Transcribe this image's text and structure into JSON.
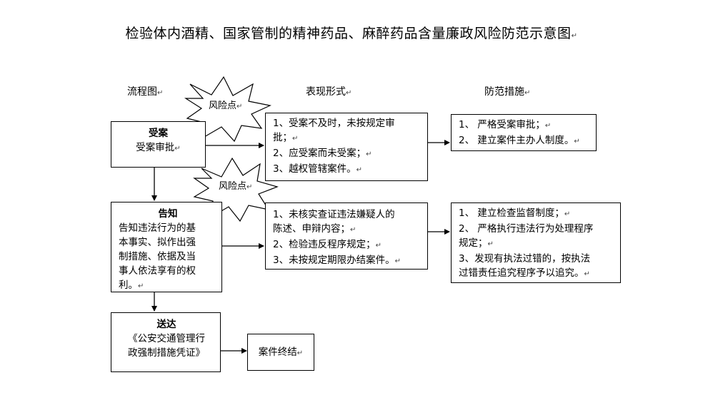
{
  "title": "检验体内酒精、国家管制的精神药品、麻醉药品含量廉政风险防范示意图",
  "para_mark": "↵",
  "columns": {
    "flow": "流程图",
    "forms": "表现形式",
    "measures": "防范措施"
  },
  "risk_label": "风险点",
  "steps": [
    {
      "title": "受案",
      "text": "受案审批"
    },
    {
      "title": "告知",
      "lines": [
        "告知违法行为的基",
        "本事实、拟作出强",
        "制措施、依据及当",
        "事人依法享有的权",
        "利。"
      ]
    },
    {
      "title": "送达",
      "lines": [
        "《公安交通管理行",
        "政强制措施凭证》"
      ]
    },
    {
      "title": "",
      "text": "案件终结"
    }
  ],
  "forms": [
    {
      "lines": [
        "1、受案不及时，未按规定审",
        "批；",
        "2、应受案而未受案；",
        "3、越权管辖案件。"
      ]
    },
    {
      "lines": [
        "1、未核实查证违法嫌疑人的",
        "陈述、申辩内容；",
        "2、检验违反程序规定；",
        "3、未按规定期限办结案件。"
      ]
    }
  ],
  "measures": [
    {
      "lines": [
        "1、 严格受案审批；",
        "2、 建立案件主办人制度。"
      ]
    },
    {
      "lines": [
        "1、 建立检查监督制度；",
        "2、 严格执行违法行为处理程序",
        "规定；",
        "3、发现有执法过错的，按执法",
        "过错责任追究程序予以追究。"
      ]
    }
  ]
}
